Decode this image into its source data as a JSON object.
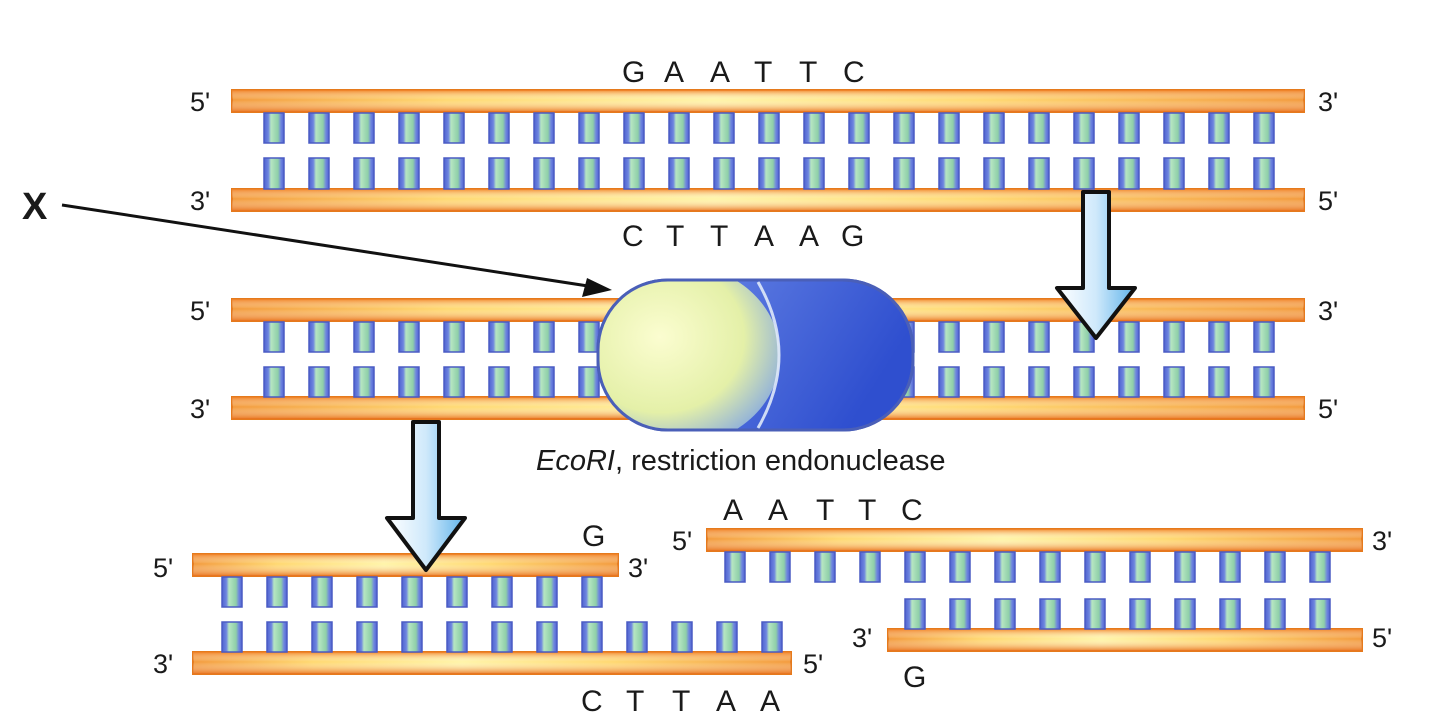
{
  "pointer_label": "X",
  "enzyme_caption": {
    "italic": "EcoRI",
    "rest": ", restriction endonuclease"
  },
  "top_duplex": {
    "top_seq": [
      "G",
      "A",
      "A",
      "T",
      "T",
      "C"
    ],
    "bottom_seq": [
      "C",
      "T",
      "T",
      "A",
      "A",
      "G"
    ],
    "top_left": "5'",
    "top_right": "3'",
    "bottom_left": "3'",
    "bottom_right": "5'"
  },
  "middle_duplex": {
    "top_left": "5'",
    "top_right": "3'",
    "bottom_left": "3'",
    "bottom_right": "5'"
  },
  "left_fragment": {
    "top_seq": [
      "G"
    ],
    "bottom_seq": [
      "C",
      "T",
      "T",
      "A",
      "A"
    ],
    "top_left": "5'",
    "top_right": "3'",
    "bottom_left": "3'",
    "bottom_right": "5'"
  },
  "right_fragment": {
    "top_seq": [
      "A",
      "A",
      "T",
      "T",
      "C"
    ],
    "bottom_seq": [
      "G"
    ],
    "top_left": "5'",
    "top_right": "3'",
    "bottom_left": "3'",
    "bottom_right": "5'"
  },
  "colors": {
    "strand": "#f28a2e",
    "strand_highlight": "#ffe98a",
    "base_blue": "#5b6fd6",
    "base_green": "#a8dcb6",
    "enzyme_yellow": "#f4f7a8",
    "enzyme_blue": "#3f5ed6"
  }
}
